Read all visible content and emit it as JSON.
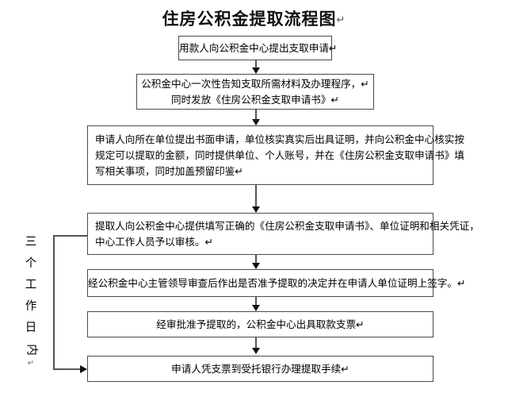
{
  "document": {
    "title": "住房公积金提取流程图",
    "title_return_mark": "↵"
  },
  "side_label": {
    "name": "three-working-days",
    "chars": [
      "三",
      "个",
      "工",
      "作",
      "日",
      "内"
    ],
    "return_mark": "↵"
  },
  "flow": {
    "nodes": [
      {
        "id": "step-1",
        "lines": [
          "用款人向公积金中心提出支取申请↵"
        ],
        "align": "center"
      },
      {
        "id": "step-2",
        "lines": [
          "公积金中心一次性告知支取所需材料及办理程序，↵",
          "同时发放《住房公积金支取申请书》↵"
        ],
        "align": "center"
      },
      {
        "id": "step-3",
        "lines": [
          "申请人向所在单位提出书面申请，单位核实真实后出具证明，并向公积金中心核实按",
          "规定可以提取的金额，同时提供单位、个人账号，并在《住房公积金支取申请书》填",
          "写相关事项，同时加盖预留印鉴↵"
        ],
        "align": "left"
      },
      {
        "id": "step-4",
        "lines": [
          "提取人向公积金中心提供填写正确的《住房公积金支取申请书》、单位证明和相关凭证，",
          "中心工作人员予以审核。↵"
        ],
        "align": "left"
      },
      {
        "id": "step-5",
        "lines": [
          "经公积金中心主管领导审查后作出是否准予提取的决定并在申请人单位证明上签字。↵"
        ],
        "align": "center"
      },
      {
        "id": "step-6",
        "lines": [
          "经审批准予提取的，公积金中心出具取款支票↵"
        ],
        "align": "center"
      },
      {
        "id": "step-7",
        "lines": [
          "申请人凭支票到受托银行办理提取手续↵"
        ],
        "align": "center"
      }
    ]
  },
  "colors": {
    "background": "#ffffff",
    "box_border": "#4a4a4a",
    "connector": "#555555",
    "arrow": "#111111",
    "text": "#000000"
  }
}
